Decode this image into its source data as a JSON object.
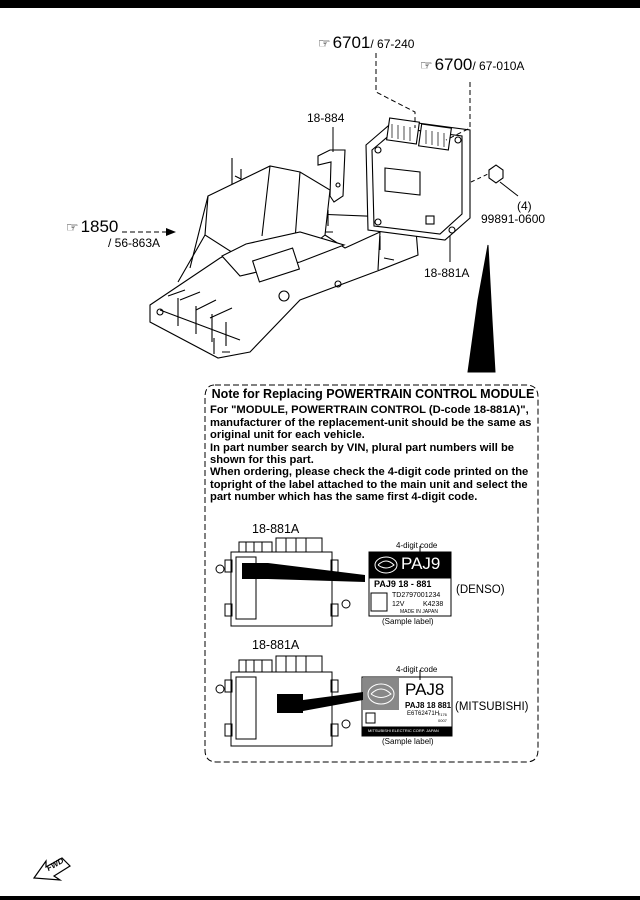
{
  "refs": {
    "ref_6701": {
      "num": "6701",
      "sub": "/ 67-240"
    },
    "ref_6700": {
      "num": "6700",
      "sub": "/ 67-010A"
    },
    "ref_1850": {
      "num": "1850",
      "sub": "/ 56-863A"
    }
  },
  "hand_glyph": "☞",
  "parts": {
    "bracket": "18-884",
    "nut_qty": "(4)",
    "nut": "99891-0600",
    "module": "18-881A"
  },
  "note": {
    "title": "Note for Replacing POWERTRAIN CONTROL MODULE",
    "paragraphs": [
      "For \"MODULE, POWERTRAIN CONTROL (D-code 18-881A)\", manufacturer of the replacement-unit should be the same as original unit for each vehicle.",
      "In part number search by VIN, plural part numbers will be shown for this part.",
      "When ordering, please check the 4-digit code printed on the topright of the label attached to the main unit and select the part number which has the same first 4-digit code."
    ]
  },
  "samples": [
    {
      "part": "18-881A",
      "code_caption": "4-digit code",
      "code": "PAJ9",
      "line2": "PAJ9   18 - 881",
      "line3": "TD2797001234",
      "line4a": "12V",
      "line4b": "K4238",
      "line5": "MADE  IN  JAPAN",
      "maker": "(DENSO)",
      "caption": "(Sample label)"
    },
    {
      "part": "18-881A",
      "code_caption": "4-digit code",
      "code": "PAJ8",
      "line2": "PAJ8  18 881",
      "line3": "E6T62471H",
      "line4a": "7176",
      "line4b": "0007",
      "line5": "MITSUBISHI ELECTRIC CORP. JAPAN",
      "maker": "(MITSUBISHI)",
      "caption": "(Sample label)"
    }
  ],
  "fwd": "FWD"
}
